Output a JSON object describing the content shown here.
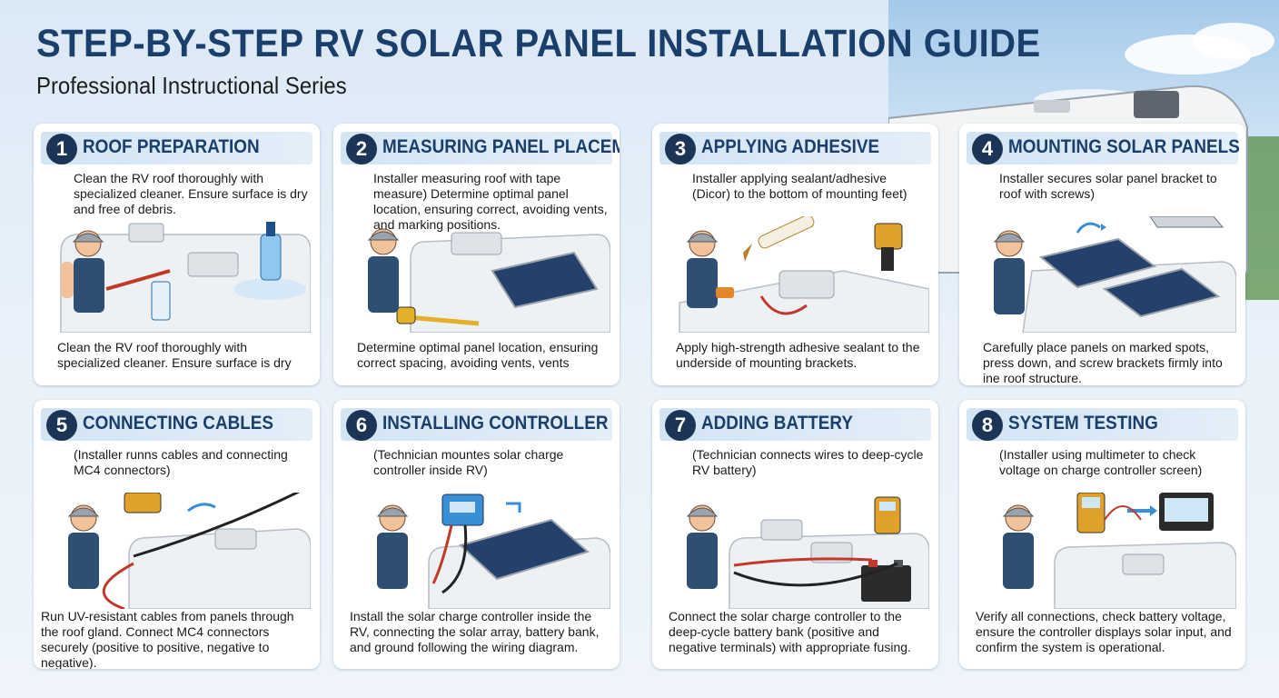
{
  "header": {
    "title": "STEP-BY-STEP RV SOLAR PANEL INSTALLATION GUIDE",
    "subtitle": "Professional Instructional Series"
  },
  "colors": {
    "title": "#1b3f6b",
    "badge": "#1c3557",
    "header_bar": "#d3e4f3",
    "card": "#ffffff"
  },
  "steps": [
    {
      "number": "1",
      "title": "ROOF PREPARATION",
      "desc_top": "Clean the RV roof thoroughly with specialized cleaner. Ensure surface is dry and free of debris.",
      "desc_bottom": "Clean the RV roof thoroughly with specialized cleaner. Ensure surface is dry",
      "icon": "roof-cleaning-illustration"
    },
    {
      "number": "2",
      "title": "MEASURING PANEL PLACEMENT",
      "desc_top": "Installer measuring roof with tape measure) Determine optimal panel location, ensuring correct, avoiding vents, and marking positions.",
      "desc_bottom": "Determine optimal panel location, ensuring correct spacing, avoiding vents, vents",
      "icon": "tape-measure-illustration"
    },
    {
      "number": "3",
      "title": "APPLYING ADHESIVE",
      "desc_top": "Installer applying sealant/adhesive (Dicor) to the bottom of mounting feet)",
      "desc_bottom": "Apply high-strength adhesive sealant to the underside of mounting brackets.",
      "icon": "adhesive-illustration"
    },
    {
      "number": "4",
      "title": "MOUNTING SOLAR PANELS",
      "desc_top": "Installer secures solar panel bracket to roof with screws)",
      "desc_bottom": "Carefully place panels on marked spots, press down, and screw brackets firmly into ine roof structure.",
      "icon": "mounting-illustration"
    },
    {
      "number": "5",
      "title": "CONNECTING CABLES",
      "desc_top": "(Installer runns cables and connecting MC4 connectors)",
      "desc_bottom": "Run UV-resistant cables from panels through the roof gland. Connect MC4 connectors securely (positive to positive, negative to negative).",
      "icon": "cables-illustration"
    },
    {
      "number": "6",
      "title": "INSTALLING CONTROLLER",
      "desc_top": "(Technician mountes solar charge controller inside RV)",
      "desc_bottom": "Install the solar charge controller inside the RV, connecting the solar array, battery bank, and ground following the wiring diagram.",
      "icon": "controller-illustration"
    },
    {
      "number": "7",
      "title": "ADDING BATTERY",
      "desc_top": "(Technician connects wires to deep-cycle RV battery)",
      "desc_bottom": "Connect the solar charge controller to the deep-cycle battery bank (positive and negative terminals) with appropriate fusing.",
      "icon": "battery-illustration"
    },
    {
      "number": "8",
      "title": "SYSTEM TESTING",
      "desc_top": "(Installer using multimeter to check voltage on charge controller screen)",
      "desc_bottom": "Verify all connections, check battery voltage, ensure the controller displays solar input, and confirm the system is operational.",
      "icon": "testing-illustration"
    }
  ]
}
